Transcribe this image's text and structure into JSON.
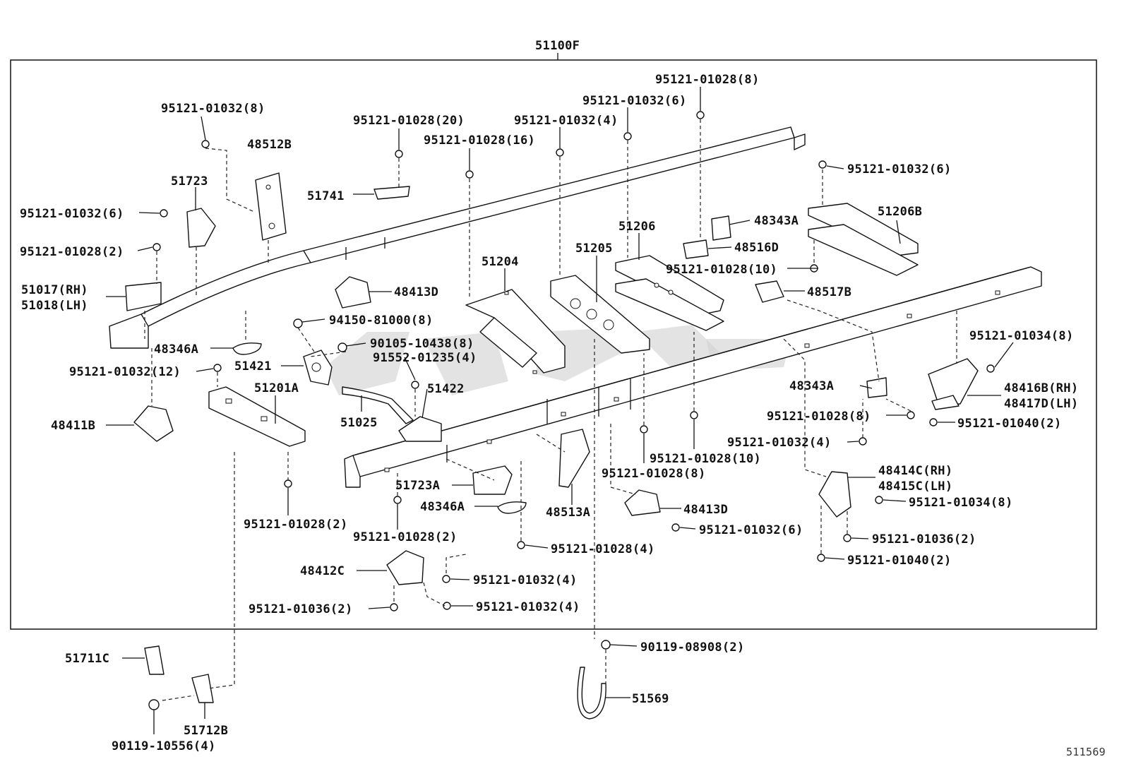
{
  "figure_number": "511569",
  "watermark_text": "",
  "main_assembly": "51100F",
  "callouts": {
    "c1": "95121-01032(8)",
    "c2": "48512B",
    "c3": "51723",
    "c4": "95121-01032(6)",
    "c5": "95121-01028(2)",
    "c6": "51017(RH)",
    "c7": "51018(LH)",
    "c8": "48346A",
    "c9": "95121-01032(12)",
    "c10": "48411B",
    "c11": "95121-01028(20)",
    "c12": "51741",
    "c13": "95121-01028(16)",
    "c14": "95121-01032(4)",
    "c15": "95121-01032(6)",
    "c16": "95121-01028(8)",
    "c17": "48343A",
    "c18": "48516D",
    "c19": "51206",
    "c20": "51205",
    "c21": "51204",
    "c22": "48413D",
    "c23": "94150-81000(8)",
    "c24": "90105-10438(8)",
    "c25": "91552-01235(4)",
    "c26": "51421",
    "c27": "51201A",
    "c28": "51422",
    "c29": "51025",
    "c30": "95121-01028(2)",
    "c31": "95121-01032(6)",
    "c32": "51206B",
    "c33": "95121-01028(10)",
    "c34": "48517B",
    "c35": "95121-01034(8)",
    "c36": "48416B(RH)",
    "c37": "48417D(LH)",
    "c38": "48343A",
    "c39": "95121-01028(8)",
    "c40": "95121-01040(2)",
    "c41": "95121-01032(4)",
    "c42": "95121-01028(10)",
    "c43": "95121-01028(8)",
    "c44": "48414C(RH)",
    "c45": "48415C(LH)",
    "c46": "95121-01034(8)",
    "c47": "48413D",
    "c48": "95121-01032(6)",
    "c49": "95121-01036(2)",
    "c50": "95121-01040(2)",
    "c51": "51723A",
    "c52": "48346A",
    "c53": "48513A",
    "c54": "95121-01028(2)",
    "c55": "95121-01028(4)",
    "c56": "48412C",
    "c57": "95121-01032(4)",
    "c58": "95121-01036(2)",
    "c59": "95121-01032(4)",
    "c60": "90119-08908(2)",
    "c61": "51569",
    "c62": "51711C",
    "c63": "51712B",
    "c64": "90119-10556(4)"
  }
}
